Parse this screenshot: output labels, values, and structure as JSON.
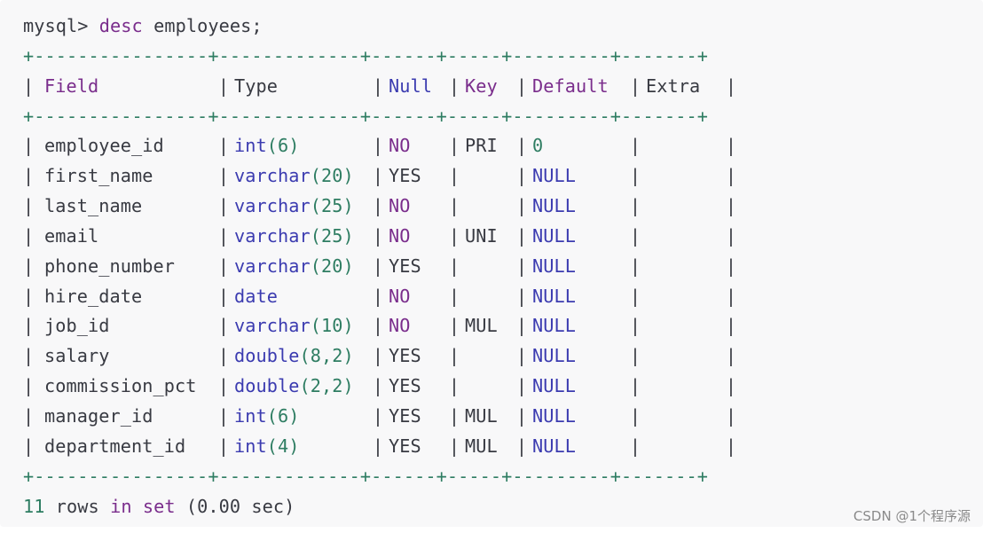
{
  "prompt": "mysql>",
  "command": {
    "keyword": "desc",
    "table": "employees;"
  },
  "separator": "+----------------+-------------+------+-----+---------+-------+",
  "headers": {
    "field": "Field",
    "type": "Type",
    "null": "Null",
    "key": "Key",
    "default": "Default",
    "extra": "Extra"
  },
  "rows": [
    {
      "field": "employee_id",
      "type": "int(6)",
      "null": "NO",
      "key": "PRI",
      "default": "0",
      "extra": ""
    },
    {
      "field": "first_name",
      "type": "varchar(20)",
      "null": "YES",
      "key": "",
      "default": "NULL",
      "extra": ""
    },
    {
      "field": "last_name",
      "type": "varchar(25)",
      "null": "NO",
      "key": "",
      "default": "NULL",
      "extra": ""
    },
    {
      "field": "email",
      "type": "varchar(25)",
      "null": "NO",
      "key": "UNI",
      "default": "NULL",
      "extra": ""
    },
    {
      "field": "phone_number",
      "type": "varchar(20)",
      "null": "YES",
      "key": "",
      "default": "NULL",
      "extra": ""
    },
    {
      "field": "hire_date",
      "type": "date",
      "null": "NO",
      "key": "",
      "default": "NULL",
      "extra": ""
    },
    {
      "field": "job_id",
      "type": "varchar(10)",
      "null": "NO",
      "key": "MUL",
      "default": "NULL",
      "extra": ""
    },
    {
      "field": "salary",
      "type": "double(8,2)",
      "null": "YES",
      "key": "",
      "default": "NULL",
      "extra": ""
    },
    {
      "field": "commission_pct",
      "type": "double(2,2)",
      "null": "YES",
      "key": "",
      "default": "NULL",
      "extra": ""
    },
    {
      "field": "manager_id",
      "type": "int(6)",
      "null": "YES",
      "key": "MUL",
      "default": "NULL",
      "extra": ""
    },
    {
      "field": "department_id",
      "type": "int(4)",
      "null": "YES",
      "key": "MUL",
      "default": "NULL",
      "extra": ""
    }
  ],
  "footer": {
    "count": "11",
    "rows": "rows",
    "in": "in",
    "set": "set",
    "time": "(0.00 sec)"
  },
  "watermark": "CSDN @1个程序源"
}
